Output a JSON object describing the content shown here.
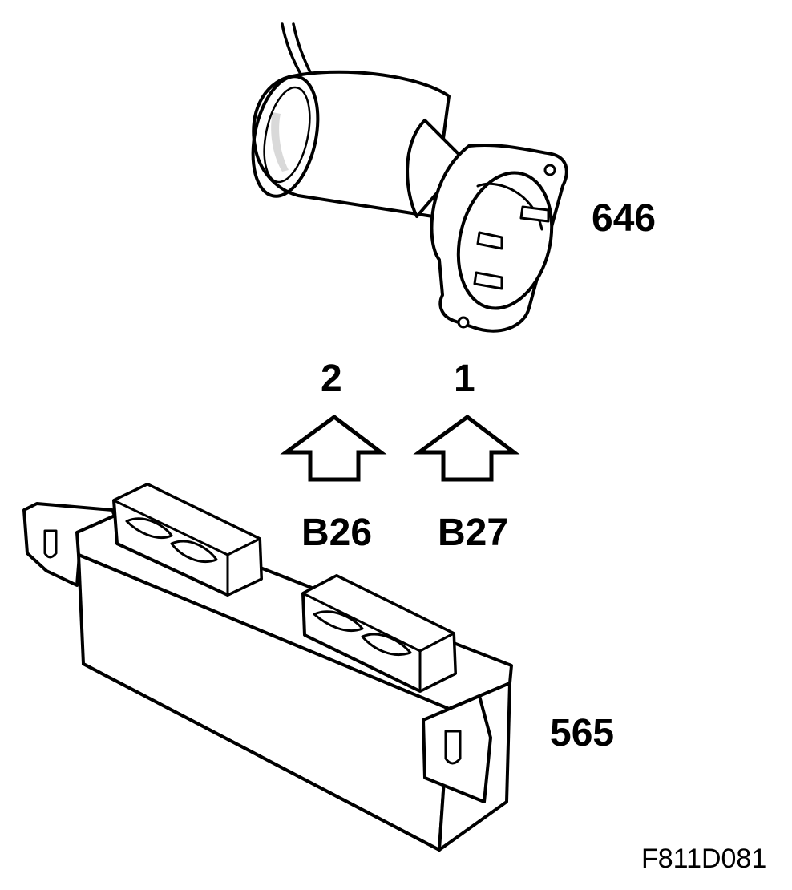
{
  "diagram": {
    "components": {
      "motor": {
        "number": "646"
      },
      "module": {
        "number": "565"
      }
    },
    "pins": {
      "left": {
        "pin": "2",
        "connector": "B26"
      },
      "right": {
        "pin": "1",
        "connector": "B27"
      }
    },
    "figure_ref": "F811D081",
    "colors": {
      "ink": "#000000",
      "paper": "#ffffff",
      "shade": "#d9d9d9"
    }
  }
}
